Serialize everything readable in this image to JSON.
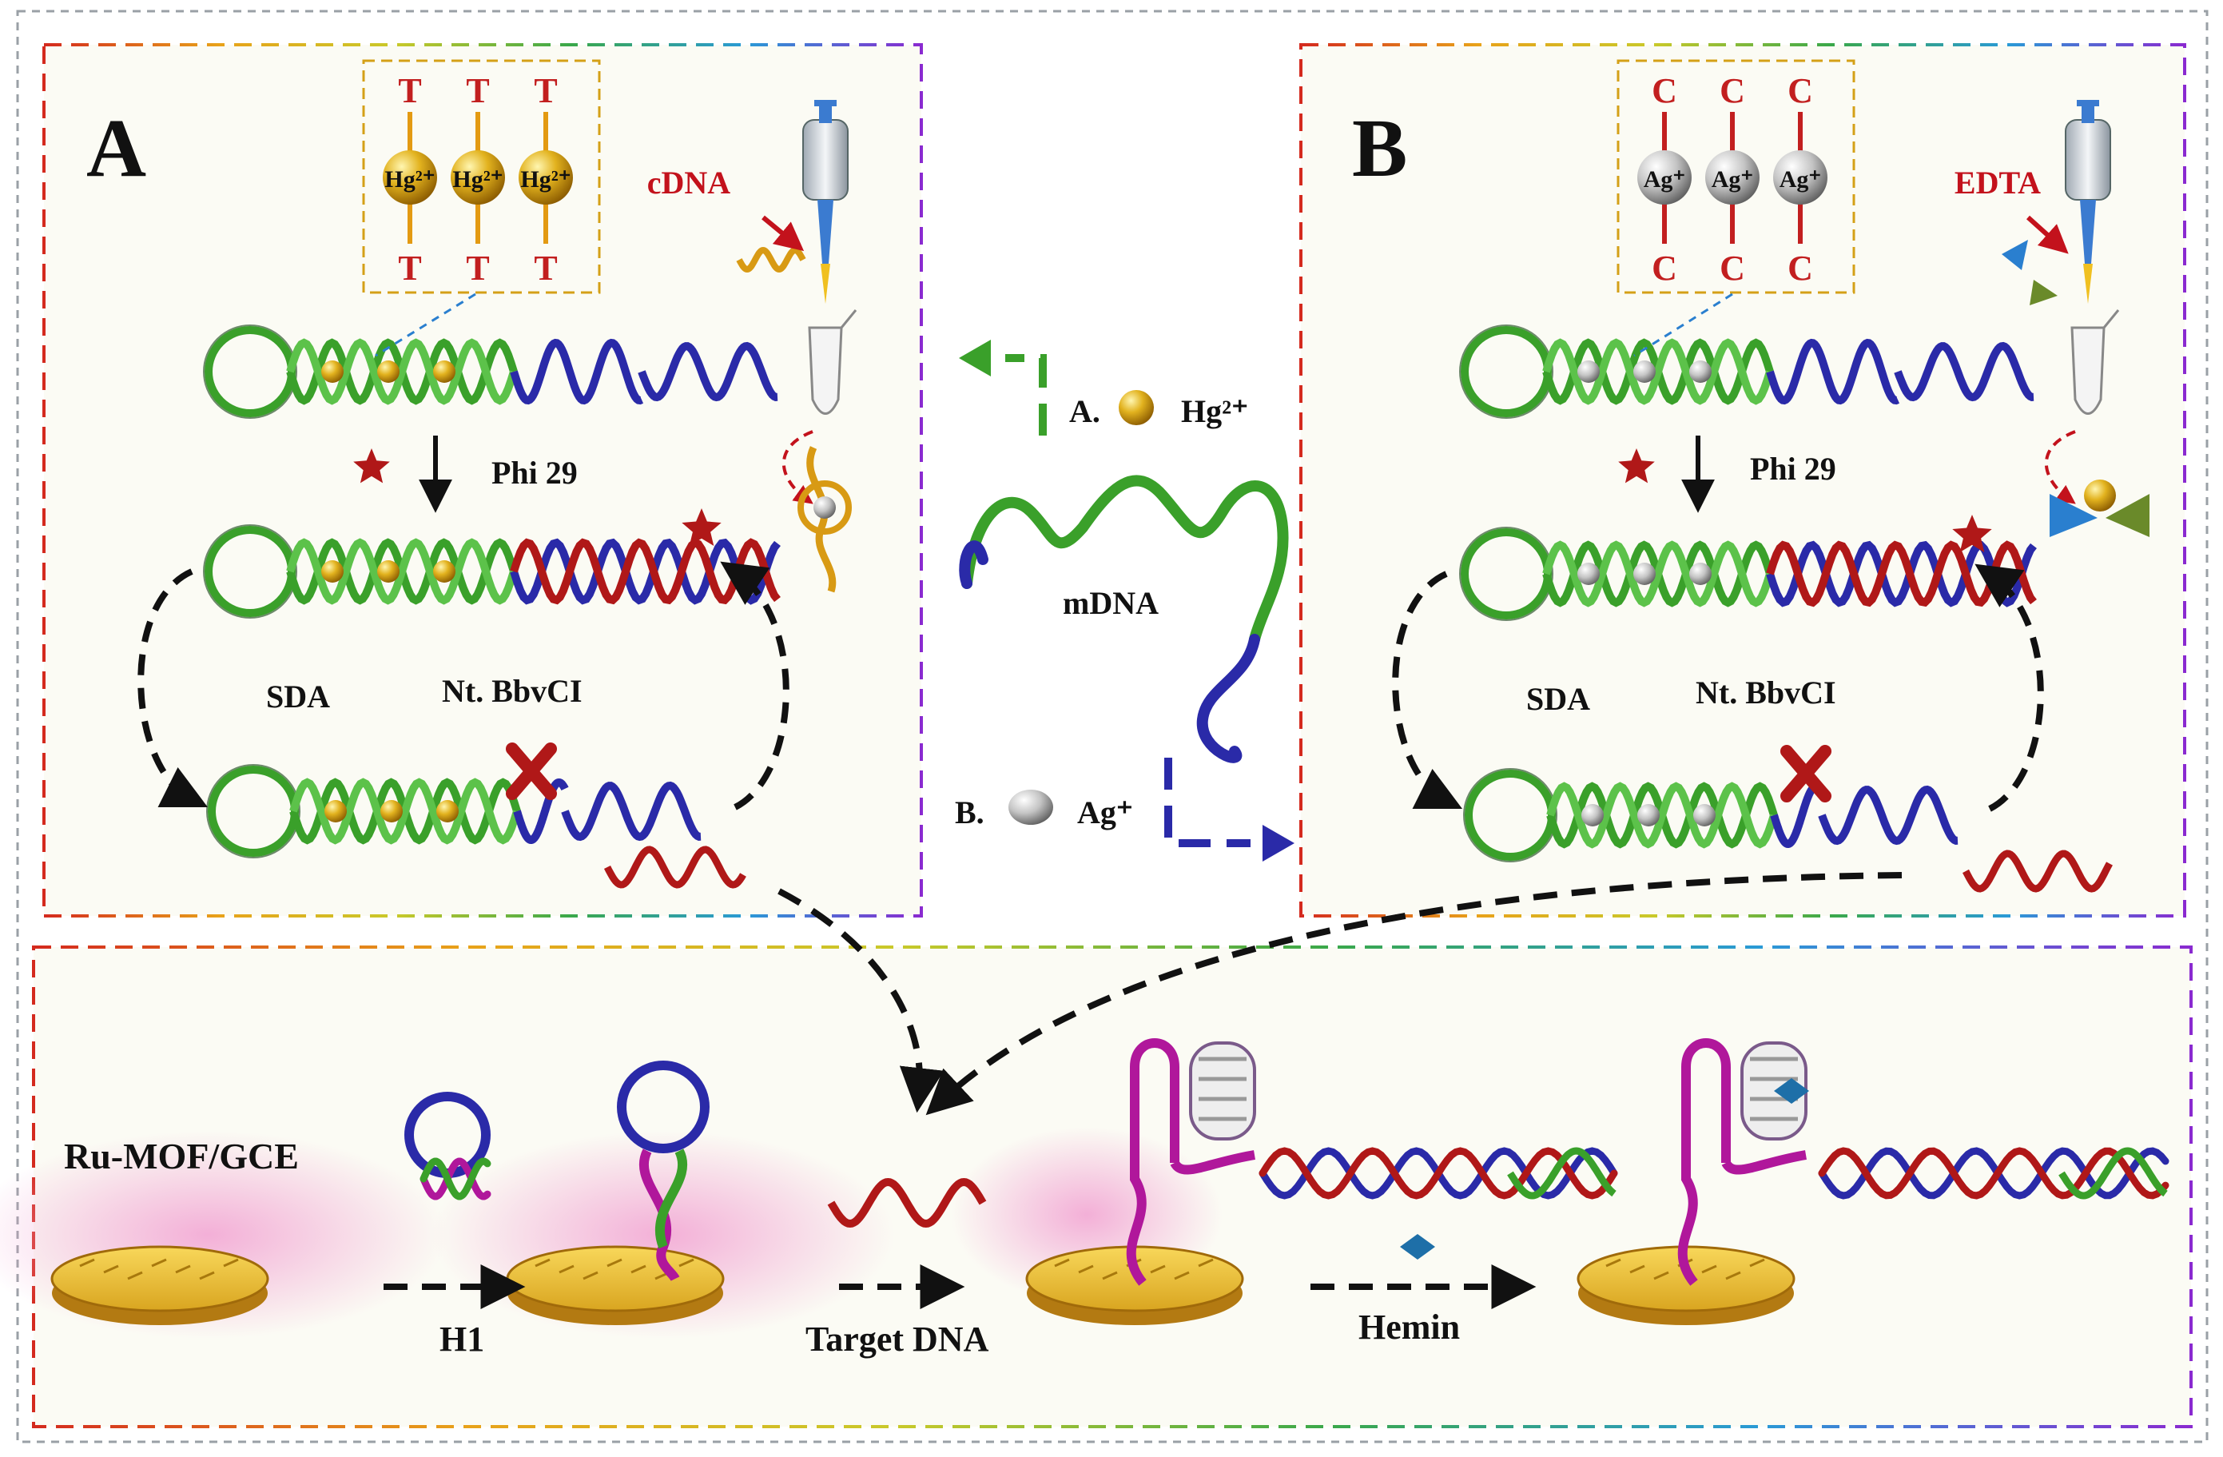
{
  "panel_a": {
    "letter": "A",
    "base_top": "T",
    "base_bottom": "T",
    "ion_label": "Hg²⁺",
    "reagent": "cDNA",
    "polymerase": "Phi 29",
    "sda_label": "SDA",
    "enzyme_label": "Nt. BbvCI"
  },
  "panel_b": {
    "letter": "B",
    "base_top": "C",
    "base_bottom": "C",
    "ion_label": "Ag⁺",
    "reagent": "EDTA",
    "polymerase": "Phi 29",
    "sda_label": "SDA",
    "enzyme_label": "Nt. BbvCI"
  },
  "center": {
    "route_a_letter": "A.",
    "route_a_ion": "Hg²⁺",
    "route_b_letter": "B.",
    "route_b_ion": "Ag⁺",
    "strand_label": "mDNA"
  },
  "bottom": {
    "electrode_label": "Ru-MOF/GCE",
    "step1_label": "H1",
    "step2_label": "Target DNA",
    "step3_label": "Hemin"
  },
  "colors": {
    "green_strand": "#3aa02a",
    "blue_strand": "#2a2aa8",
    "red_strand": "#b01818",
    "magenta_strand": "#b0179b",
    "gold_ion": "#d4a017",
    "silver_ion": "#c8c8c8",
    "orange_base": "#e39a12",
    "red_base": "#c21f1f",
    "label_red": "#c3121c",
    "panel_bg": "#fbfbf4"
  }
}
